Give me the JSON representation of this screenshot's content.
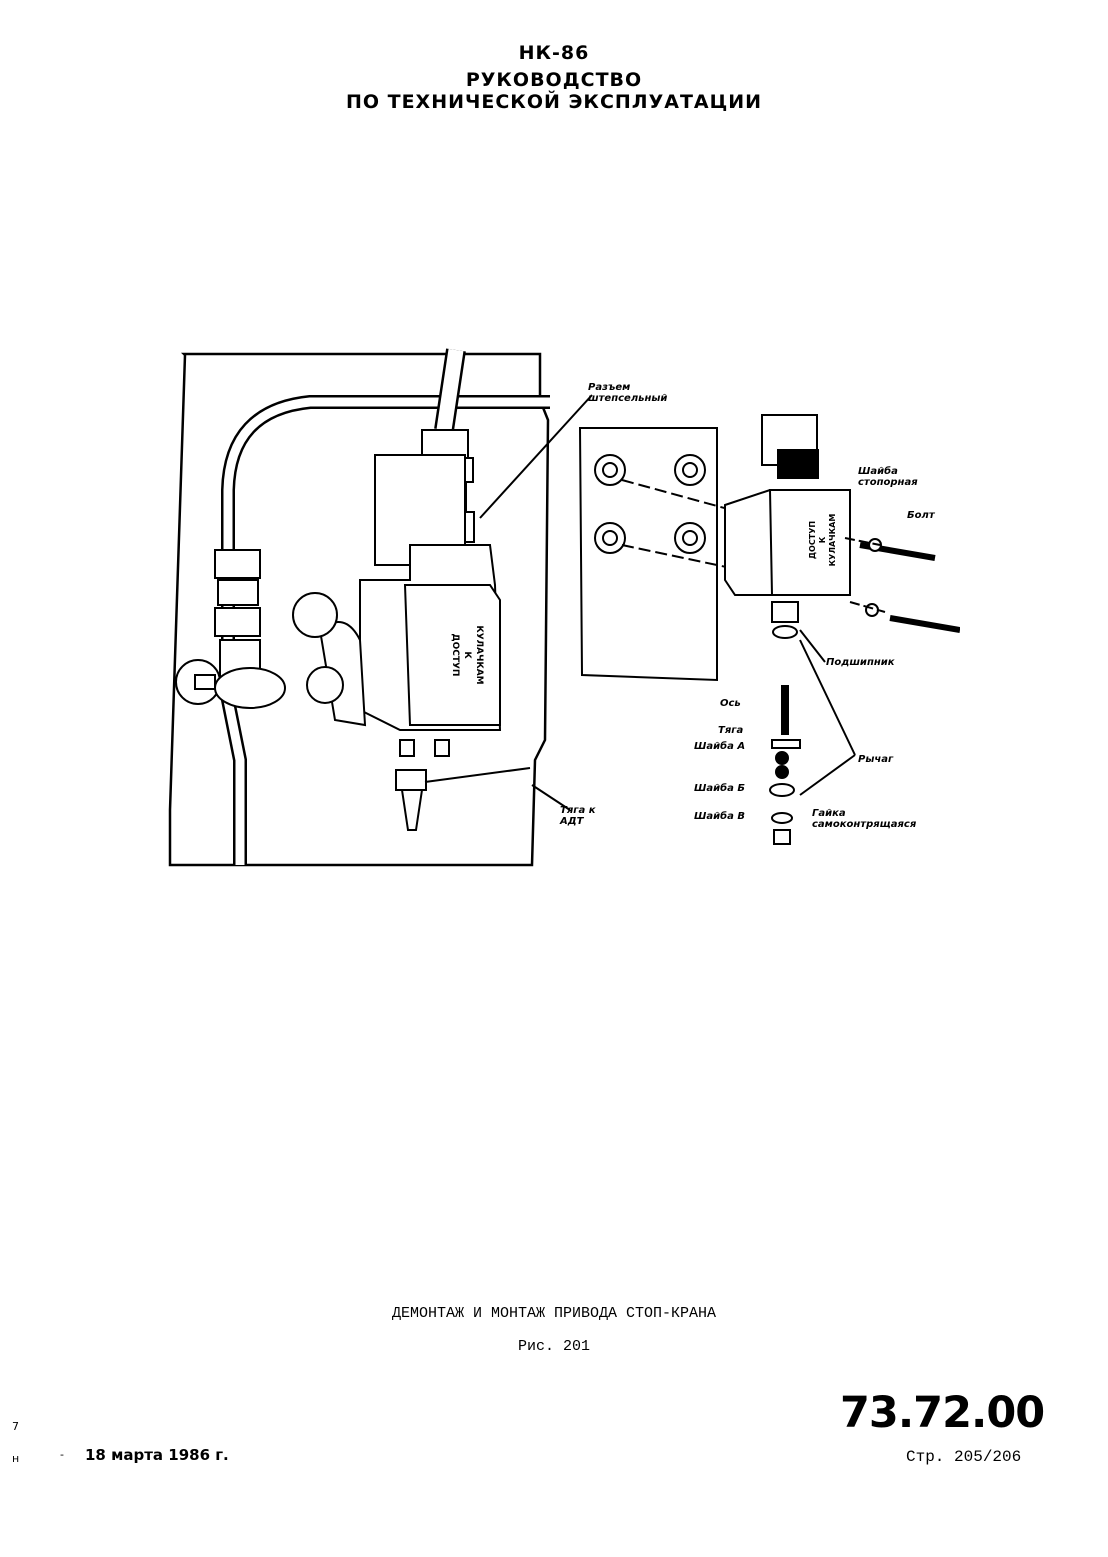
{
  "header": {
    "line1": "НК-86",
    "line2": "РУКОВОДСТВО",
    "line3": "ПО ТЕХНИЧЕСКОЙ ЭКСПЛУАТАЦИИ"
  },
  "figure": {
    "labels": {
      "connector": "Разъем штепсельный",
      "lock_washer": "Шайба стопорная",
      "bolt": "Болт",
      "bearing": "Подшипник",
      "axis": "Ось",
      "rod": "Тяга",
      "washer_a": "Шайба А",
      "lever": "Рычаг",
      "washer_b": "Шайба Б",
      "washer_v": "Шайба В",
      "nut": "Гайка самоконтрящаяся",
      "rod_to_adt": "Тяга к АДТ"
    },
    "body_text": [
      "ДОСТУП",
      "К",
      "КУЛАЧКАМ"
    ]
  },
  "caption": {
    "title": "ДЕМОНТАЖ И МОНТАЖ ПРИВОДА СТОП-КРАНА",
    "fig": "Рис. 201"
  },
  "footer": {
    "date": "18 марта 1986 г.",
    "doc_code": "73.72.00",
    "page": "Стр. 205/206",
    "margin_marks": [
      "7",
      "н",
      "-"
    ]
  }
}
